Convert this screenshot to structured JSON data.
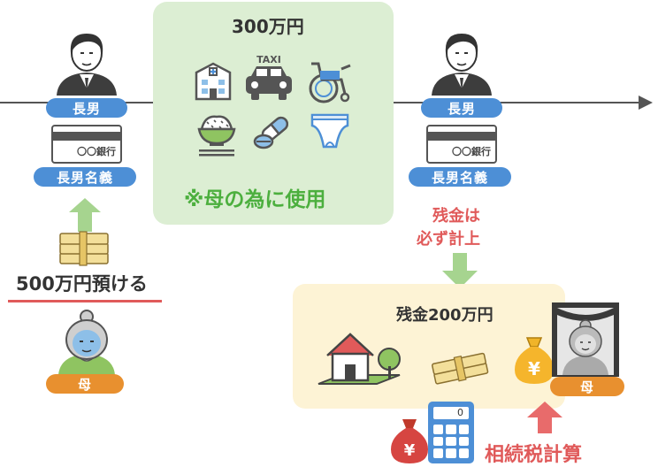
{
  "box_total": "300万円",
  "taxi_sign": "TAXI",
  "for_mother_note": "※母の為に使用",
  "son_label_left": "長男",
  "son_label_right": "長男",
  "account_label_left": "長男名義",
  "account_label_right": "長男名義",
  "bank_card_text_left": "〇〇銀行",
  "bank_card_text_right": "〇〇銀行",
  "deposit_text": "500万円預ける",
  "mother_label_left": "母",
  "mother_label_right": "母",
  "remaining_note_line1": "残金は",
  "remaining_note_line2": "必ず計上",
  "remaining_amount": "残金200万円",
  "calculator_display": "0",
  "yen_symbol": "¥",
  "inheritance_tax_calc": "相続税計算",
  "colors": {
    "blue_label": "#4d8fd6",
    "orange_label": "#e8902f",
    "green_box": "#dceed3",
    "yellow_box": "#fdf3d5",
    "red_text": "#e05a5a",
    "green_text": "#4caf3e",
    "green_arrow": "#a6d48f",
    "red_arrow": "#e86b6b"
  }
}
